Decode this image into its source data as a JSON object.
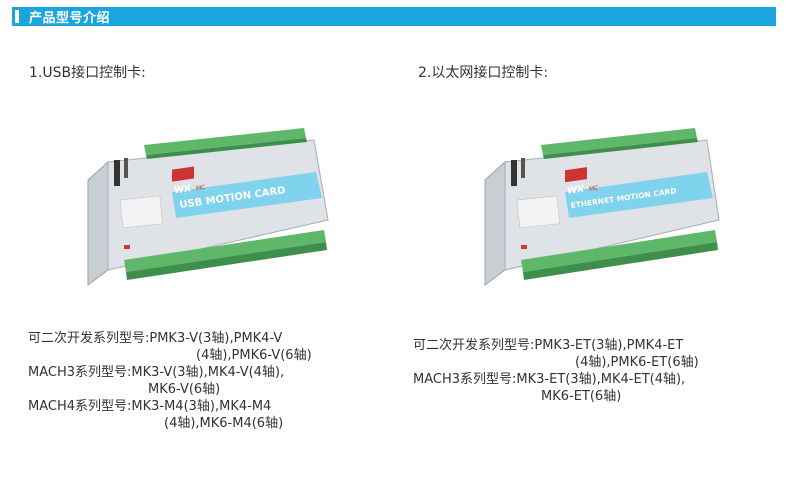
{
  "header": {
    "title": "产品型号介绍"
  },
  "sections": [
    {
      "title": "1.USB接口控制卡:",
      "card_label": "USB MOTION CARD",
      "brand": "WX",
      "brand_sub": "MC",
      "lines": [
        "可二次开发系列型号:PMK3-V(3轴),PMK4-V",
        "(4轴),PMK6-V(6轴)",
        "MACH3系列型号:MK3-V(3轴),MK4-V(4轴),",
        "MK6-V(6轴)",
        "MACH4系列型号:MK3-M4(3轴),MK4-M4",
        "(4轴),MK6-M4(6轴)"
      ]
    },
    {
      "title": "2.以太网接口控制卡:",
      "card_label": "ETHERNET MOTION CARD",
      "brand": "WX",
      "brand_sub": "MC",
      "lines": [
        "可二次开发系列型号:PMK3-ET(3轴),PMK4-ET",
        "(4轴),PMK6-ET(6轴)",
        "MACH3系列型号:MK3-ET(3轴),MK4-ET(4轴),",
        "MK6-ET(6轴)"
      ]
    }
  ],
  "colors": {
    "header_bg": "#1aa5df",
    "card_label_bg": "#7fd3ec",
    "terminal_green": "#5fb86a",
    "enclosure": "#d8dde2"
  }
}
